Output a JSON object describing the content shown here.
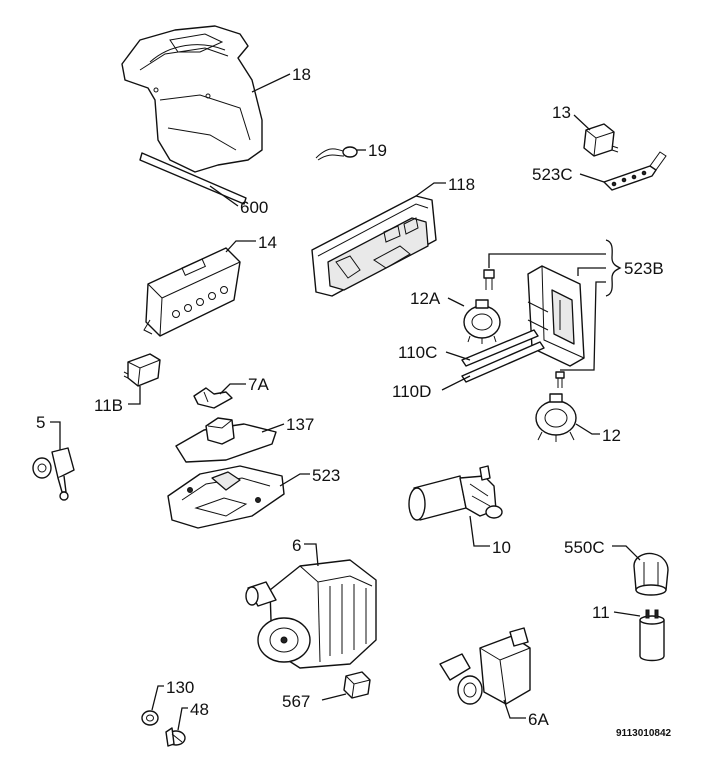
{
  "callouts": {
    "c18": "18",
    "c19": "19",
    "c600": "600",
    "c13": "13",
    "c523c": "523C",
    "c118": "118",
    "c14": "14",
    "c523b": "523B",
    "c12a": "12A",
    "c110c": "110C",
    "c110d": "110D",
    "c11b": "11B",
    "c7a": "7A",
    "c5": "5",
    "c137": "137",
    "c12": "12",
    "c523": "523",
    "c10": "10",
    "c6": "6",
    "c550c": "550C",
    "c11": "11",
    "c130": "130",
    "c48": "48",
    "c567": "567",
    "c6a": "6A"
  },
  "drawing_reference": "9113010842"
}
